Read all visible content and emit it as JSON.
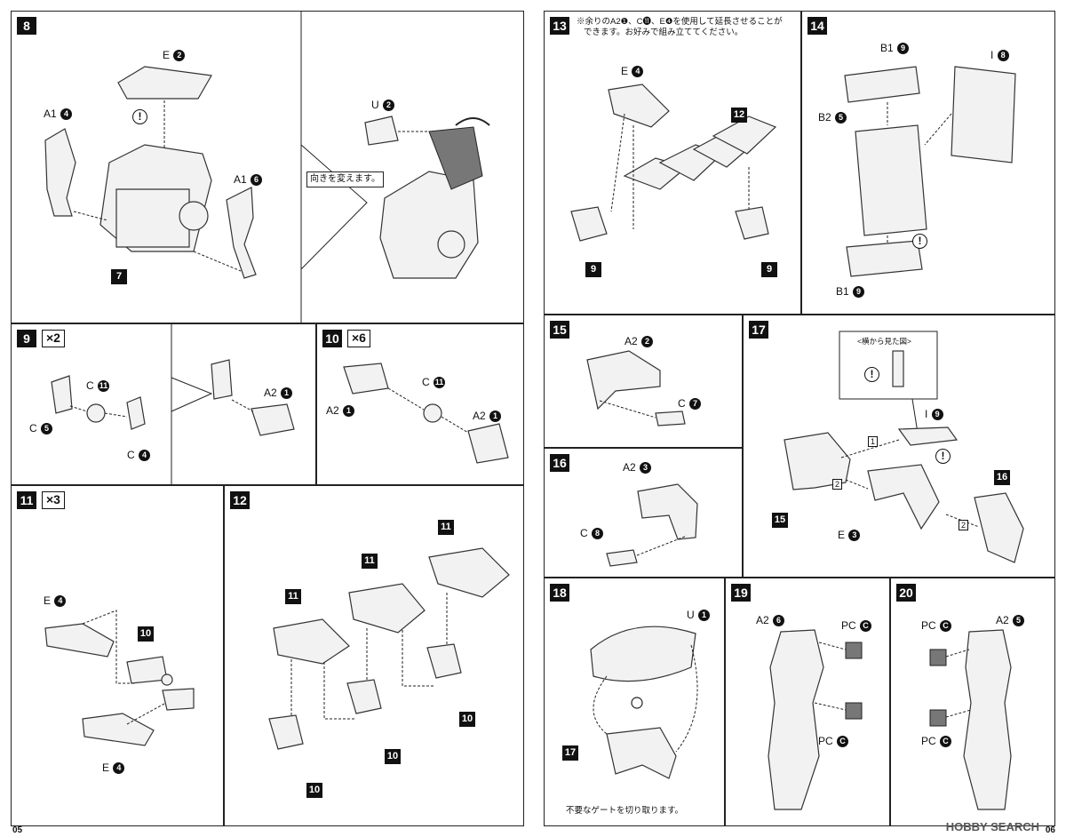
{
  "page_numbers": {
    "left": "05",
    "right": "06"
  },
  "watermark": "HOBBY SEARCH",
  "steps": {
    "s8": {
      "number": "8",
      "labels": {
        "e2": "E",
        "e2n": "2",
        "a14": "A1",
        "a14n": "4",
        "a16": "A1",
        "a16n": "6",
        "u2": "U",
        "u2n": "2"
      },
      "sub": "7",
      "callout": "向きを変えます。"
    },
    "s9": {
      "number": "9",
      "mult": "×2",
      "labels": {
        "c11": "C",
        "c11n": "11",
        "c5": "C",
        "c5n": "5",
        "c4": "C",
        "c4n": "4",
        "a21": "A2",
        "a21n": "1"
      }
    },
    "s10": {
      "number": "10",
      "mult": "×6",
      "labels": {
        "a21a": "A2",
        "a21an": "1",
        "c11": "C",
        "c11n": "11",
        "a21b": "A2",
        "a21bn": "1"
      }
    },
    "s11": {
      "number": "11",
      "mult": "×3",
      "labels": {
        "e4a": "E",
        "e4an": "4",
        "e4b": "E",
        "e4bn": "4"
      },
      "sub": "10"
    },
    "s12": {
      "number": "12",
      "subs": [
        "11",
        "11",
        "11",
        "10",
        "10",
        "10"
      ]
    },
    "s13": {
      "number": "13",
      "note_line1": "※余りのA2❶、C⓫、E❹を使用して延長させることが",
      "note_line2": "できます。お好みで組み立ててください。",
      "labels": {
        "e4": "E",
        "e4n": "4"
      },
      "subs": [
        "12",
        "9",
        "9"
      ]
    },
    "s14": {
      "number": "14",
      "labels": {
        "b19a": "B1",
        "b19an": "9",
        "i8": "I",
        "i8n": "8",
        "b25": "B2",
        "b25n": "5",
        "b19b": "B1",
        "b19bn": "9"
      }
    },
    "s15": {
      "number": "15",
      "labels": {
        "a22": "A2",
        "a22n": "2",
        "c7": "C",
        "c7n": "7"
      }
    },
    "s16": {
      "number": "16",
      "labels": {
        "a23": "A2",
        "a23n": "3",
        "c8": "C",
        "c8n": "8"
      }
    },
    "s17": {
      "number": "17",
      "callout": "<横から見た図>",
      "labels": {
        "i9": "I",
        "i9n": "9",
        "e3": "E",
        "e3n": "3"
      },
      "subs": [
        "15",
        "16"
      ],
      "order": [
        "1",
        "2",
        "2"
      ]
    },
    "s18": {
      "number": "18",
      "labels": {
        "u1": "U",
        "u1n": "1"
      },
      "sub": "17",
      "footnote": "不要なゲートを切り取ります。"
    },
    "s19": {
      "number": "19",
      "labels": {
        "a26": "A2",
        "a26n": "6",
        "pc1": "PC",
        "pc1n": "C",
        "pc2": "PC",
        "pc2n": "C"
      }
    },
    "s20": {
      "number": "20",
      "labels": {
        "a25": "A2",
        "a25n": "5",
        "pc1": "PC",
        "pc1n": "C",
        "pc2": "PC",
        "pc2n": "C"
      }
    }
  }
}
